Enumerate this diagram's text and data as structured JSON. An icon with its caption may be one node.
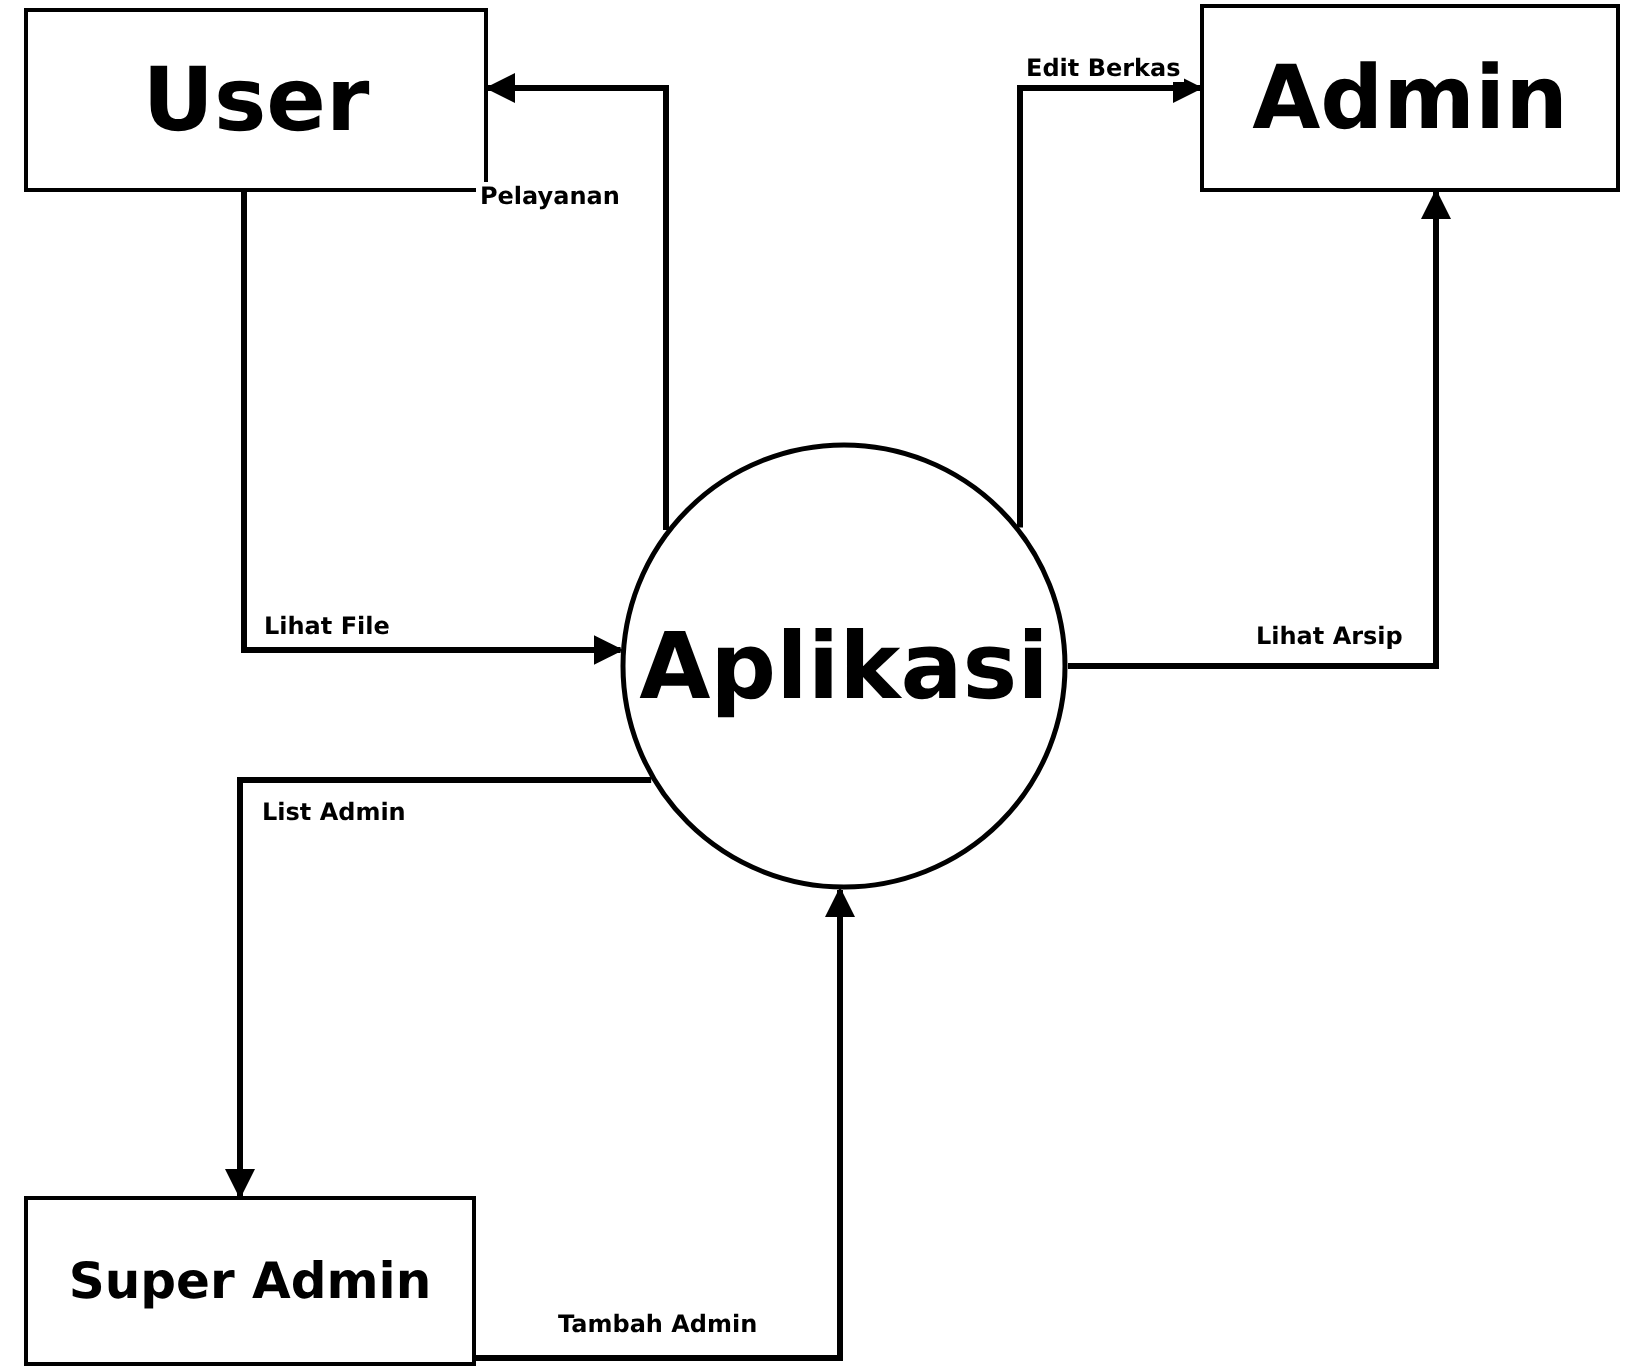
{
  "diagram": {
    "nodes": [
      {
        "text": [
          "User"
        ]
      },
      {
        "text": [
          "Admin"
        ]
      },
      {
        "text": [
          "Aplikasi"
        ]
      },
      {
        "text": [
          "Super Admin"
        ]
      }
    ],
    "edges": [
      {
        "from": 2,
        "to": 0,
        "arrow": "to",
        "label": "Pelayanan"
      },
      {
        "from": 2,
        "to": 1,
        "arrow": "to",
        "label": "Edit Berkas"
      },
      {
        "from": 0,
        "to": 2,
        "arrow": "to",
        "label": "Lihat File"
      },
      {
        "from": 2,
        "to": 1,
        "arrow": "to",
        "label": "Lihat Arsip"
      },
      {
        "from": 2,
        "to": 3,
        "arrow": "to",
        "label": "List Admin"
      },
      {
        "from": 3,
        "to": 2,
        "arrow": "to",
        "label": "Tambah Admin"
      }
    ]
  }
}
